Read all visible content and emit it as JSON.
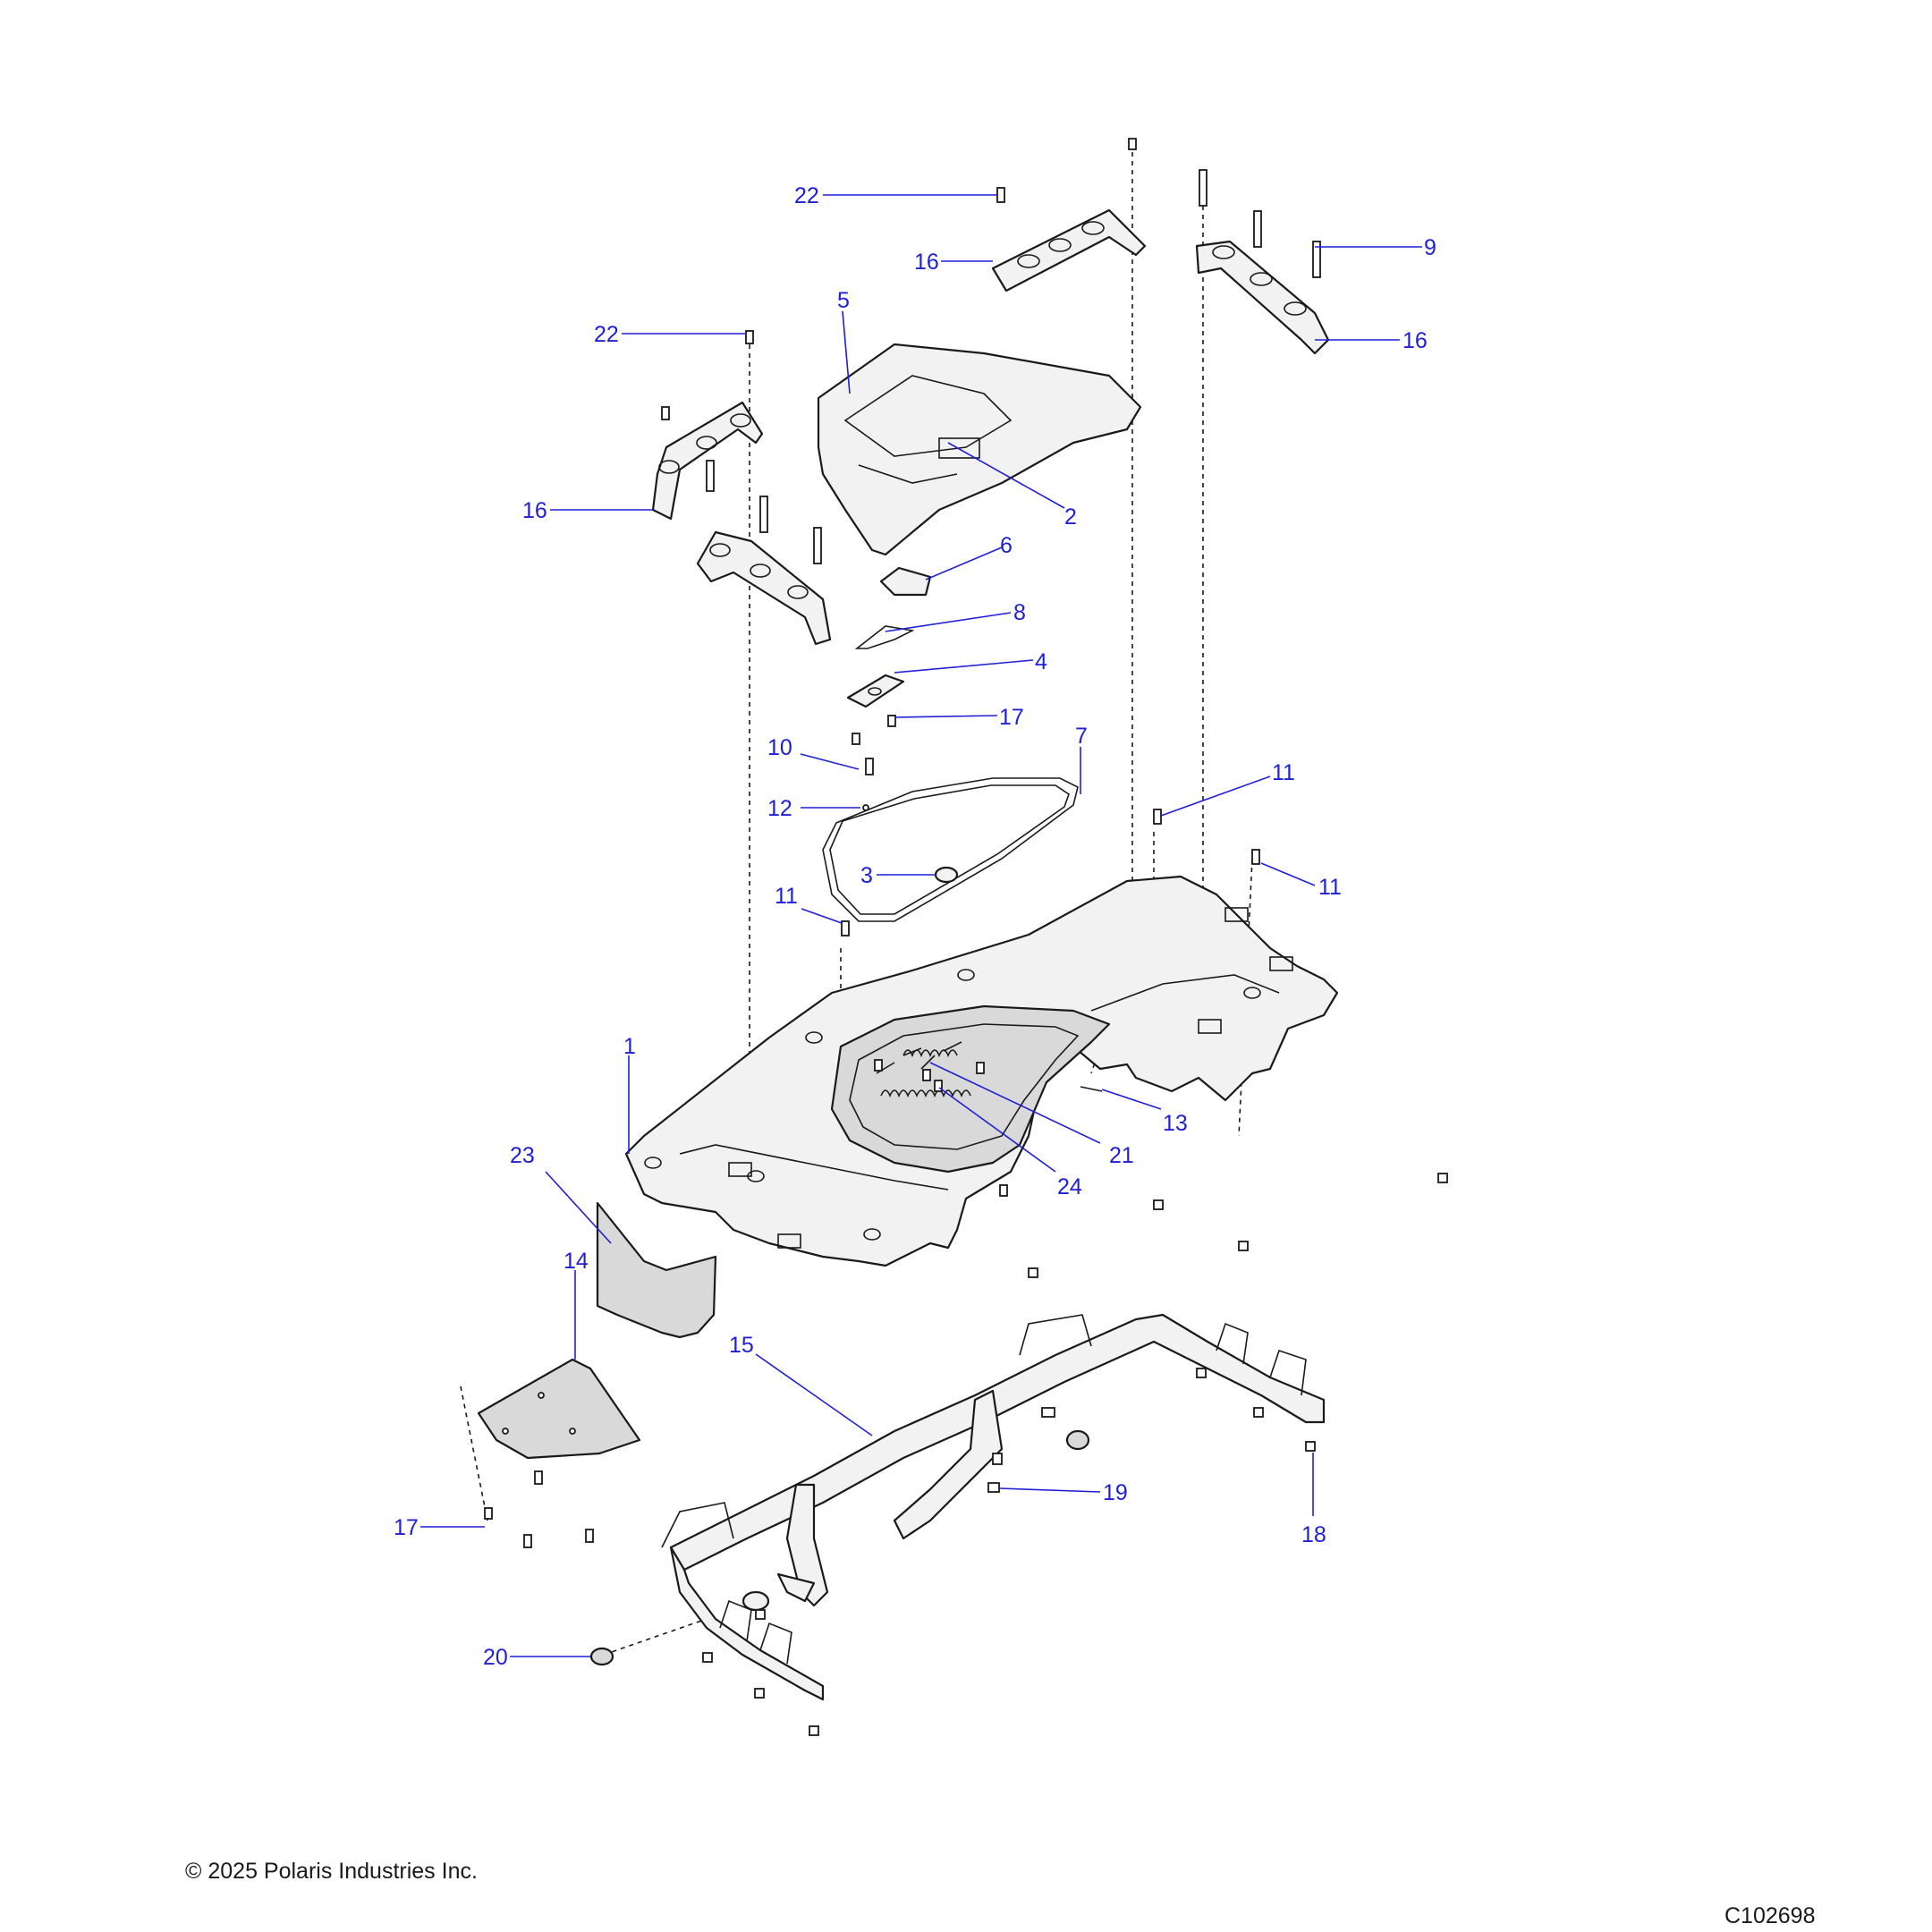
{
  "copyright": "© 2025 Polaris Industries Inc.",
  "figure_code": "C102698",
  "callouts": [
    "1",
    "2",
    "3",
    "4",
    "5",
    "6",
    "7",
    "8",
    "9",
    "10",
    "11",
    "11",
    "11",
    "12",
    "13",
    "14",
    "15",
    "16",
    "16",
    "16",
    "17",
    "17",
    "18",
    "19",
    "20",
    "21",
    "22",
    "22",
    "23",
    "24"
  ],
  "colors": {
    "callout": "#1f1fd6",
    "line": "#1a1a1a",
    "part_fill": "#f2f2f2"
  }
}
